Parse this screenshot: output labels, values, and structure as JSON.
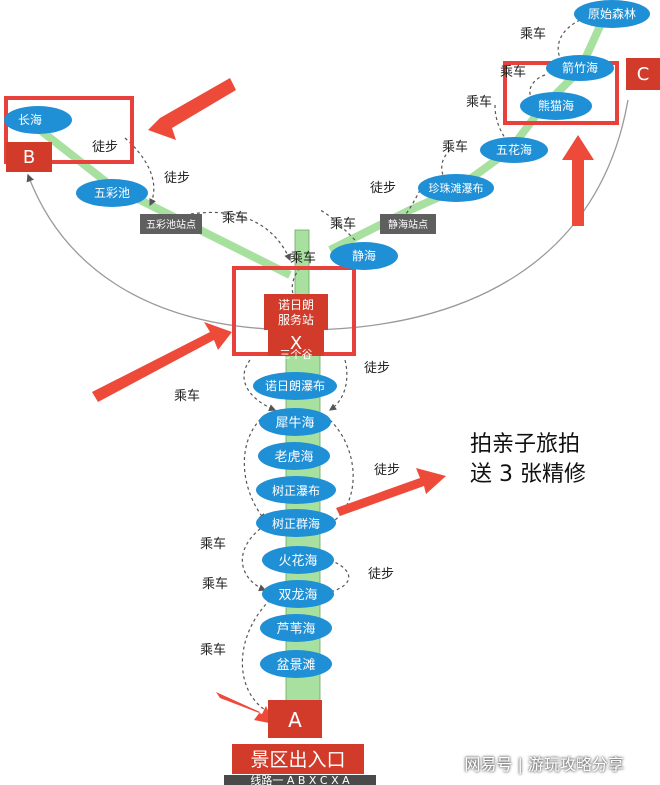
{
  "colors": {
    "node_fill": "#1f8fd6",
    "node_text": "#ffffff",
    "trail": "#a8e0a0",
    "marker": "#d23a2a",
    "highlight_box": "#e8403a",
    "arrow": "#ee4a3a",
    "station_box": "#5f5f5f"
  },
  "nodes": {
    "yuanshi": "原始森林",
    "jianzhu": "箭竹海",
    "xiongmao": "熊猫海",
    "wuhua": "五花海",
    "zhenzhu": "珍珠滩瀑布",
    "jinghai": "静海",
    "changhai": "长海",
    "wucaichi": "五彩池",
    "nuorilang_pubu": "诺日朗瀑布",
    "xiniu": "犀牛海",
    "laohu": "老虎海",
    "shuzheng_pubu": "树正瀑布",
    "shuzheng_qunhai": "树正群海",
    "huohua": "火花海",
    "shuanglong": "双龙海",
    "luwei": "芦苇海",
    "penjing": "盆景滩"
  },
  "stations": {
    "wucaichi_stop": "五彩池站点",
    "jinghai_stop": "静海站点",
    "service": "诺日朗\n服务站",
    "sangu": "三个谷"
  },
  "markers": {
    "a": "A",
    "b": "B",
    "c": "C",
    "x": "X"
  },
  "labels": {
    "ride": "乘车",
    "walk": "徒步"
  },
  "entrance": "景区出入口",
  "route": "线路一 A B X C X A",
  "promo": [
    "拍亲子旅拍",
    "送 3 张精修"
  ],
  "watermark": "网易号 | 游玩攻略分享"
}
